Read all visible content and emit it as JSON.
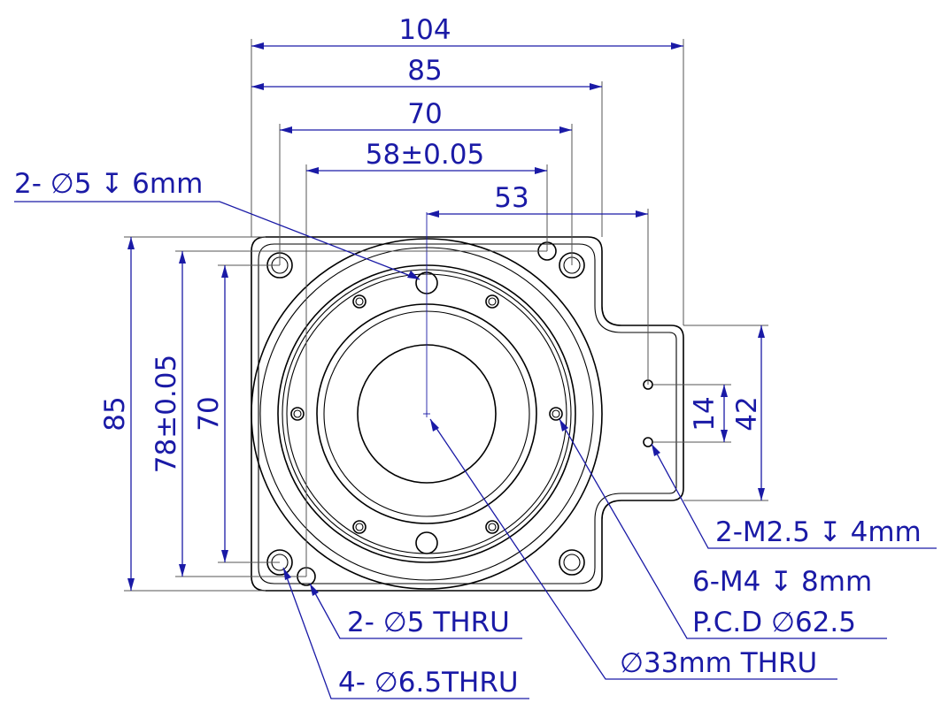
{
  "drawing": {
    "line_color": "#000000",
    "dimension_color": "#1a1aa6",
    "dimensions": {
      "top_overall": "104",
      "top_body": "85",
      "top_holes": "70",
      "top_hole_tol": "58±0.05",
      "top_offset": "53",
      "left_overall": "85",
      "left_hole_tol": "78±0.05",
      "left_holes": "70",
      "right_small": "14",
      "right_tab": "42"
    },
    "callouts": {
      "dowel_6mm": "2- ∅5 ↧ 6mm",
      "m25": "2-M2.5 ↧ 4mm",
      "m4": "6-M4 ↧ 8mm",
      "pcd": "P.C.D ∅62.5",
      "thru_5": "2- ∅5 THRU",
      "thru_33": "∅33mm THRU",
      "thru_65": "4- ∅6.5THRU"
    }
  }
}
